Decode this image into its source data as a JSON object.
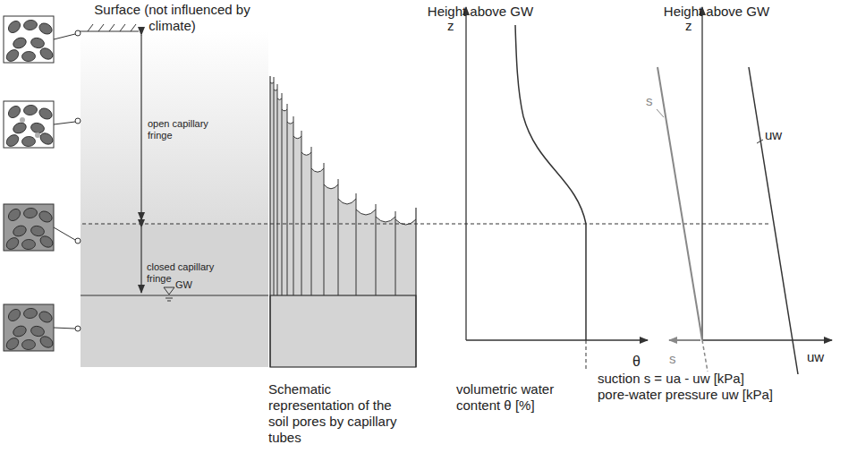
{
  "diagram": {
    "labels": [
      "Surface (not influenced by climate)",
      "open capillary fringe",
      "closed capillary fringe",
      "GW",
      "Height above GW",
      "z",
      "θ",
      "Height above GW",
      "z",
      "s",
      "uw",
      "s",
      "uw",
      "Schematic representation of the soil pores by capillary tubes",
      "volumetric water content θ [%]",
      "suction s = ua - uw [kPa]",
      "pore-water pressure uw [kPa]"
    ]
  }
}
